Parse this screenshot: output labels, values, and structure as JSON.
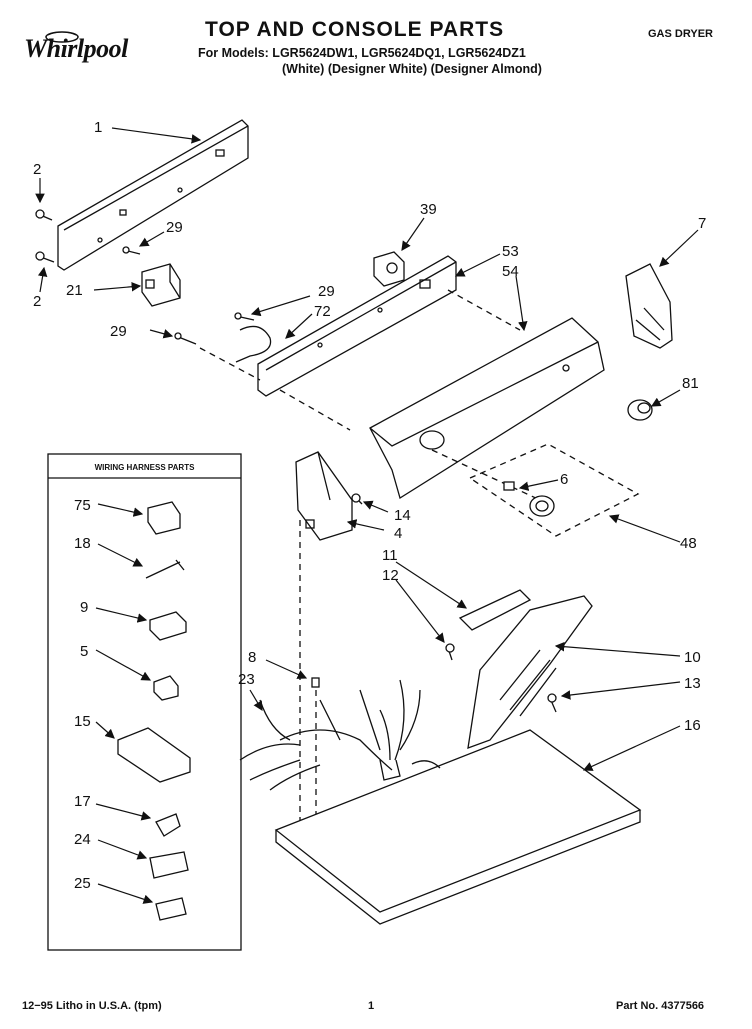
{
  "header": {
    "brand": "Whirlpool",
    "title": "TOP AND CONSOLE PARTS",
    "models": "For Models: LGR5624DW1, LGR5624DQ1, LGR5624DZ1",
    "colors": "(White) (Designer White) (Designer Almond)",
    "product_type": "GAS DRYER"
  },
  "harness_box": {
    "title": "WIRING HARNESS PARTS"
  },
  "callouts": {
    "c1": "1",
    "c2a": "2",
    "c2b": "2",
    "c4": "4",
    "c5": "5",
    "c6": "6",
    "c7": "7",
    "c8": "8",
    "c9": "9",
    "c10": "10",
    "c11": "11",
    "c12": "12",
    "c13": "13",
    "c14": "14",
    "c15": "15",
    "c16": "16",
    "c17": "17",
    "c18": "18",
    "c21": "21",
    "c23": "23",
    "c24": "24",
    "c25": "25",
    "c29a": "29",
    "c29b": "29",
    "c29c": "29",
    "c39": "39",
    "c48": "48",
    "c53": "53",
    "c54": "54",
    "c72": "72",
    "c75": "75",
    "c81": "81"
  },
  "footer": {
    "litho": "12−95 Litho in U.S.A. (tpm)",
    "page": "1",
    "part_no": "Part No. 4377566"
  }
}
